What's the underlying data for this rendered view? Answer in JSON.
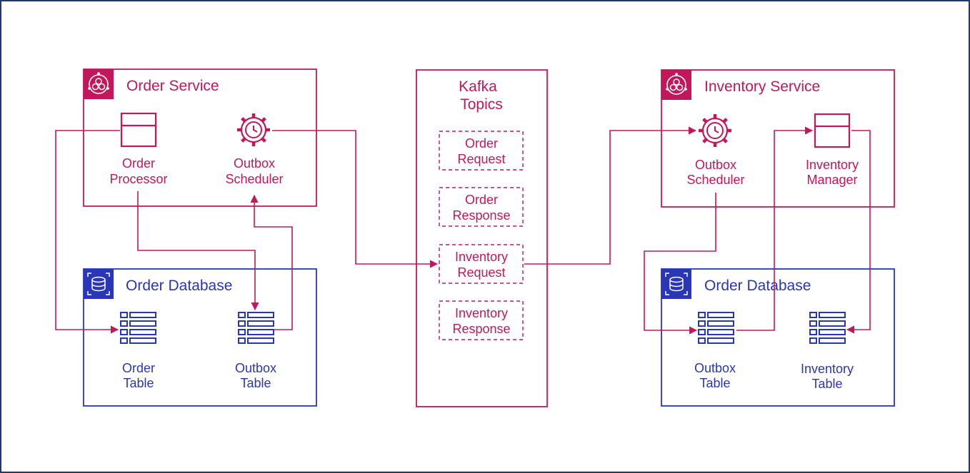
{
  "colors": {
    "service": "#c2185b",
    "database": "#2a36b8",
    "frame": "#1f3a68"
  },
  "order_service": {
    "title": "Order Service",
    "icon": "microservice-icon",
    "processor_line1": "Order",
    "processor_line2": "Processor",
    "scheduler_line1": "Outbox",
    "scheduler_line2": "Scheduler"
  },
  "order_database": {
    "title": "Order Database",
    "icon": "database-icon",
    "order_table_line1": "Order",
    "order_table_line2": "Table",
    "outbox_table_line1": "Outbox",
    "outbox_table_line2": "Table"
  },
  "kafka": {
    "title_line1": "Kafka",
    "title_line2": "Topics",
    "topics": [
      {
        "line1": "Order",
        "line2": "Request"
      },
      {
        "line1": "Order",
        "line2": "Response"
      },
      {
        "line1": "Inventory",
        "line2": "Request"
      },
      {
        "line1": "Inventory",
        "line2": "Response"
      }
    ]
  },
  "inventory_service": {
    "title": "Inventory Service",
    "icon": "microservice-icon",
    "scheduler_line1": "Outbox",
    "scheduler_line2": "Scheduler",
    "manager_line1": "Inventory",
    "manager_line2": "Manager"
  },
  "inventory_database": {
    "title": "Order Database",
    "icon": "database-icon",
    "outbox_table_line1": "Outbox",
    "outbox_table_line2": "Table",
    "inventory_table_line1": "Inventory",
    "inventory_table_line2": "Table"
  }
}
